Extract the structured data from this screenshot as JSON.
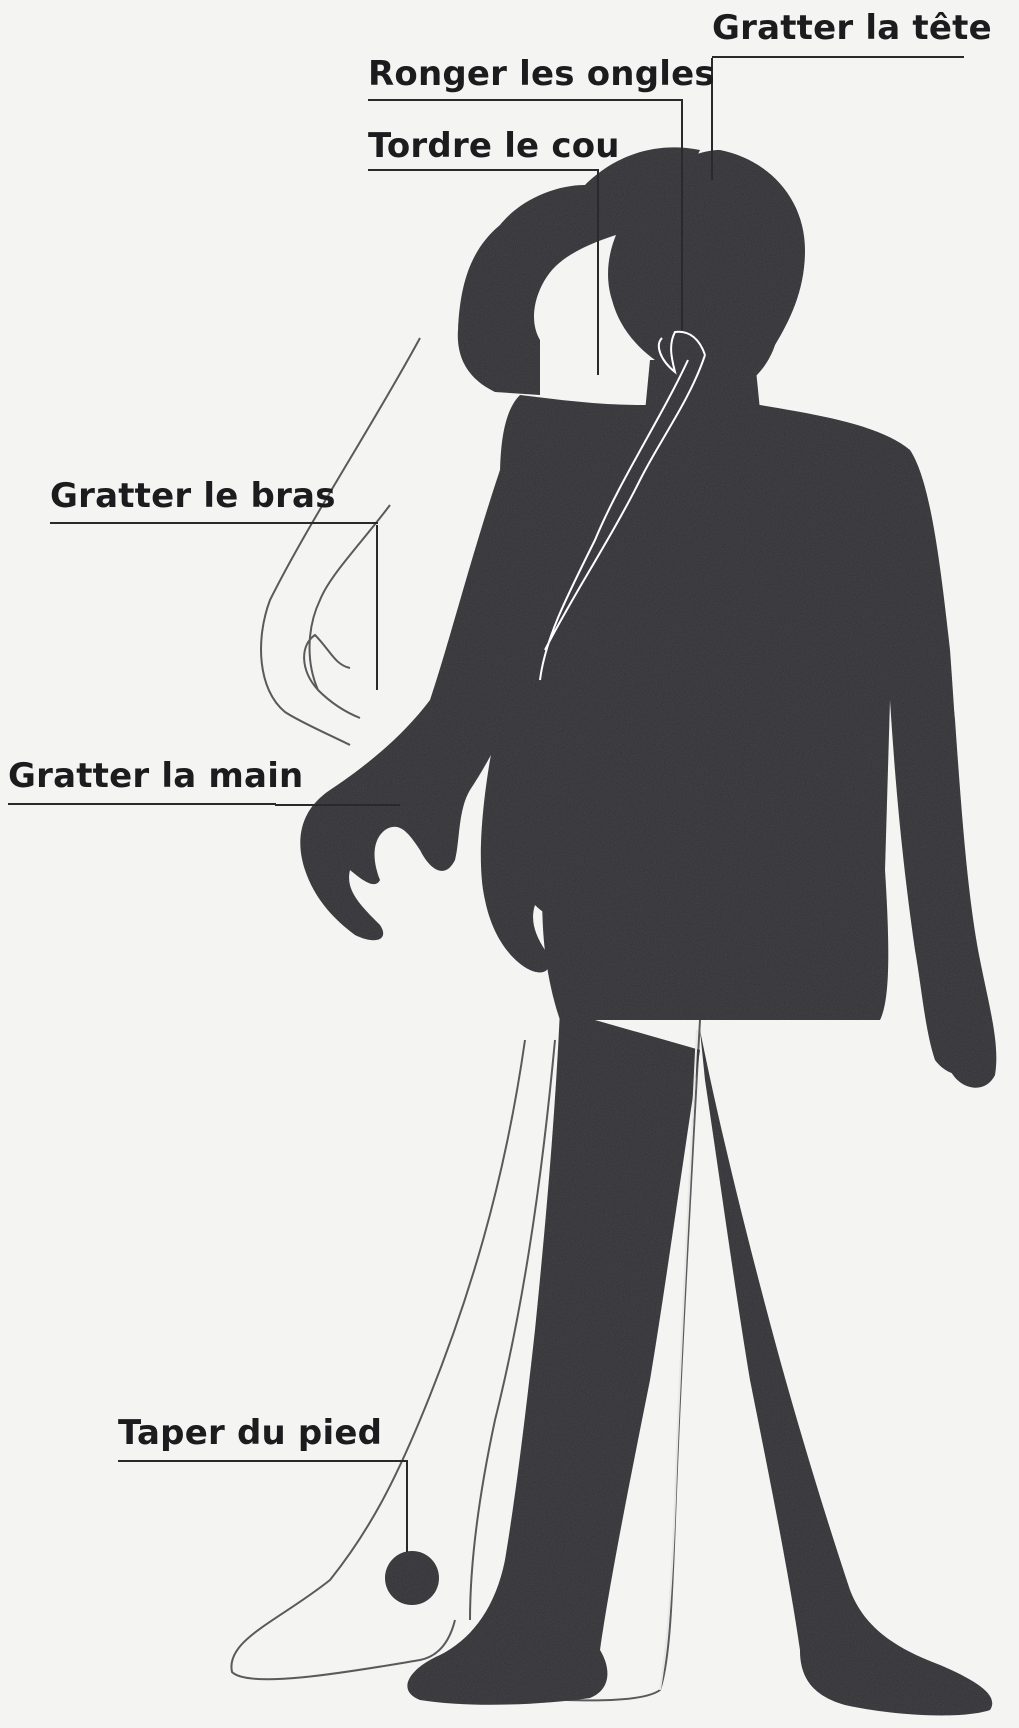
{
  "diagram": {
    "labels": {
      "head_scratch": "Gratter la tête",
      "nail_biting": "Ronger les ongles",
      "neck_twist": "Tordre le cou",
      "arm_scratch": "Gratter le bras",
      "hand_scratch": "Gratter la main",
      "foot_tap": "Taper du pied"
    },
    "colors": {
      "background": "#f4f4f2",
      "silhouette": "#2f2f32",
      "outline": "#ffffff",
      "line": "#2a2a2c"
    }
  }
}
